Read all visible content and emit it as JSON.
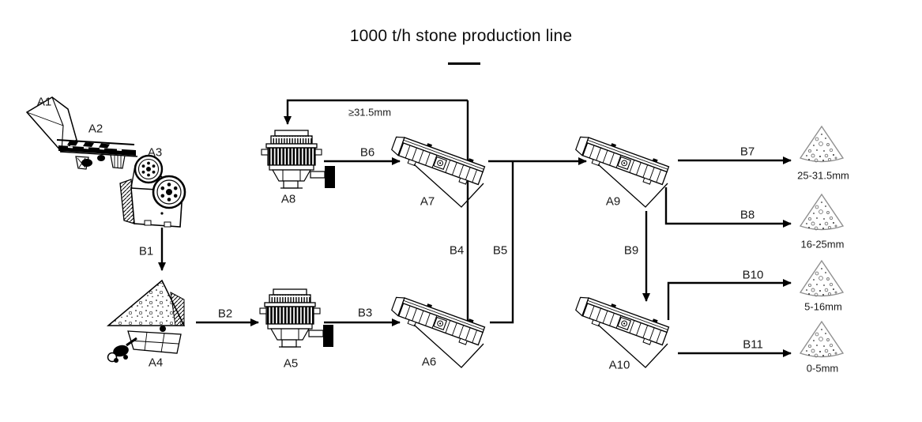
{
  "title": "1000 t/h stone production line",
  "recirculation_note": "≥31.5mm",
  "equipment": {
    "a1": {
      "label": "A1",
      "type": "feed-hopper"
    },
    "a2": {
      "label": "A2",
      "type": "vibrating-feeder"
    },
    "a3": {
      "label": "A3",
      "type": "jaw-crusher"
    },
    "a4": {
      "label": "A4",
      "type": "stockpile-with-feeder"
    },
    "a5": {
      "label": "A5",
      "type": "cone-crusher"
    },
    "a6": {
      "label": "A6",
      "type": "vibrating-screen"
    },
    "a7": {
      "label": "A7",
      "type": "vibrating-screen"
    },
    "a8": {
      "label": "A8",
      "type": "cone-crusher"
    },
    "a9": {
      "label": "A9",
      "type": "vibrating-screen"
    },
    "a10": {
      "label": "A10",
      "type": "vibrating-screen"
    }
  },
  "flows": {
    "b1": {
      "label": "B1"
    },
    "b2": {
      "label": "B2"
    },
    "b3": {
      "label": "B3"
    },
    "b4": {
      "label": "B4"
    },
    "b5": {
      "label": "B5"
    },
    "b6": {
      "label": "B6"
    },
    "b7": {
      "label": "B7"
    },
    "b8": {
      "label": "B8"
    },
    "b9": {
      "label": "B9"
    },
    "b10": {
      "label": "B10"
    },
    "b11": {
      "label": "B11"
    }
  },
  "products": [
    {
      "label": "25-31.5mm"
    },
    {
      "label": "16-25mm"
    },
    {
      "label": "5-16mm"
    },
    {
      "label": "0-5mm"
    }
  ],
  "colors": {
    "line": "#000000",
    "pile_outline": "#8f8f8f",
    "background": "#ffffff"
  }
}
